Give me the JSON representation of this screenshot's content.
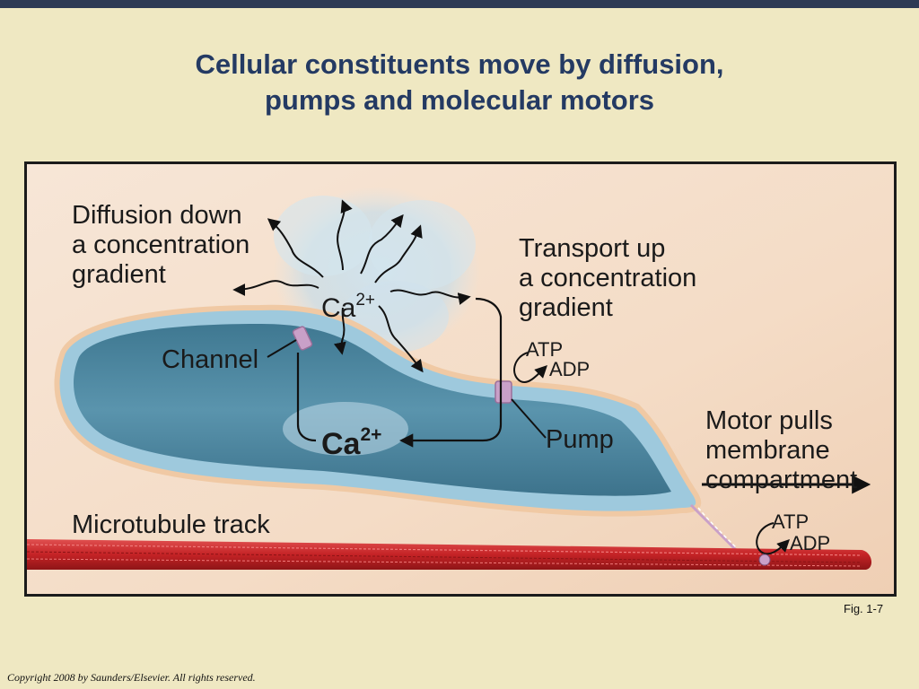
{
  "slide": {
    "title_line1": "Cellular constituents move by diffusion,",
    "title_line2": "pumps and molecular motors",
    "figure_label": "Fig. 1-7",
    "copyright": "Copyright 2008 by Saunders/Elsevier. All rights reserved."
  },
  "diagram": {
    "diffusion_label": [
      "Diffusion down",
      "a concentration",
      "gradient"
    ],
    "transport_label": [
      "Transport up",
      "a concentration",
      "gradient"
    ],
    "ion_outside": {
      "symbol": "Ca",
      "charge": "2+"
    },
    "ion_inside": {
      "symbol": "Ca",
      "charge": "2+"
    },
    "channel_label": "Channel",
    "pump_label": "Pump",
    "pump_atp": "ATP",
    "pump_adp": "ADP",
    "motor_label": [
      "Motor pulls",
      "membrane",
      "compartment"
    ],
    "motor_atp": "ATP",
    "motor_adp": "ADP",
    "microtubule_label": "Microtubule track"
  },
  "colors": {
    "title": "#243a63",
    "top_bar": "#2d3a55",
    "slide_background": "#efe8c2",
    "membrane": "#9ec9dd",
    "lumen": "#4f89a3",
    "membrane_edge": "#f0c9a4",
    "microtubule": "#c8282a",
    "channel": "#c9a0c8"
  }
}
